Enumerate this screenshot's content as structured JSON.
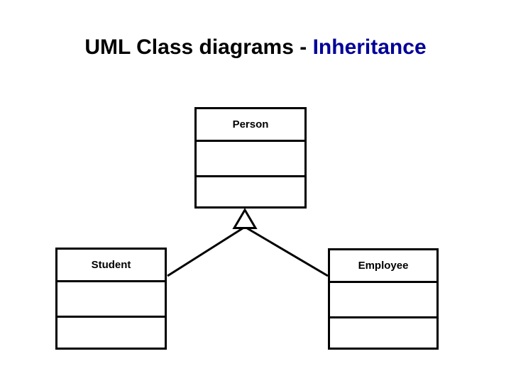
{
  "title": {
    "prefix": "UML Class diagrams - ",
    "highlight": "Inheritance"
  },
  "colors": {
    "title_text": "#000000",
    "title_highlight": "#000099",
    "box_border": "#000000",
    "background": "#ffffff"
  },
  "diagram": {
    "type": "uml-class-diagram",
    "relationship": "inheritance",
    "classes": [
      {
        "name": "Person"
      },
      {
        "name": "Student"
      },
      {
        "name": "Employee"
      }
    ]
  }
}
